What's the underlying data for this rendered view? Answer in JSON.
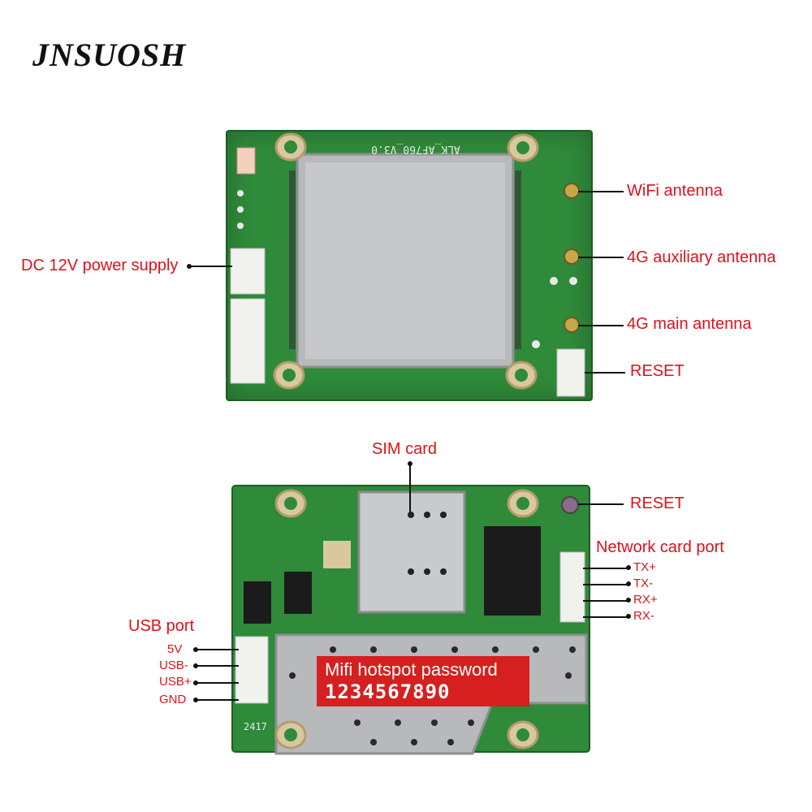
{
  "brand": "JNSUOSH",
  "top_board": {
    "silkscreen": "ALK_AF760_V3.0",
    "labels": {
      "wifi_antenna": "WiFi antenna",
      "aux_antenna": "4G auxiliary antenna",
      "main_antenna": "4G main antenna",
      "reset": "RESET",
      "power": "DC 12V power supply"
    }
  },
  "bottom_board": {
    "silkscreen": "2417",
    "labels": {
      "sim_card": "SIM card",
      "reset": "RESET",
      "network_port": "Network card port",
      "tx_plus": "TX+",
      "tx_minus": "TX-",
      "rx_plus": "RX+",
      "rx_minus": "RX-",
      "usb_port": "USB port",
      "v5": "5V",
      "usb_minus": "USB-",
      "usb_plus": "USB+",
      "gnd": "GND"
    },
    "password": {
      "title": "Mifi hotspot password",
      "value": "1234567890"
    }
  },
  "colors": {
    "label": "#e0101a",
    "pcb": "#2f8a3a",
    "password_box": "#d61f1f"
  }
}
